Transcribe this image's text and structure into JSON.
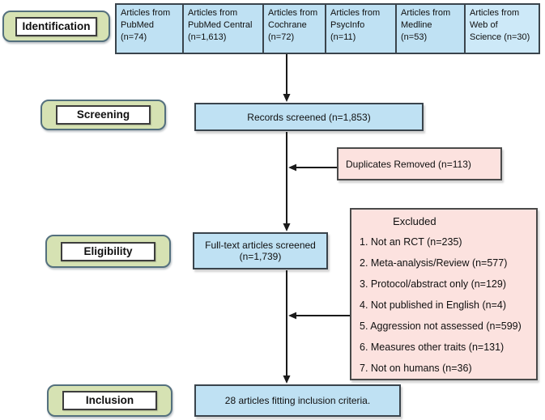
{
  "colors": {
    "box_blue": "#bfe1f3",
    "box_blue_light": "#cde9f8",
    "box_pink": "#fce2df",
    "label_green": "#d6e2b3",
    "label_border": "#54707e",
    "box_border": "#3a444c",
    "arrow": "#1a1a1a"
  },
  "stages": {
    "identification": "Identification",
    "screening": "Screening",
    "eligibility": "Eligibility",
    "inclusion": "Inclusion"
  },
  "sources": [
    {
      "text": "Articles from\nPubMed\n(n=74)"
    },
    {
      "text": "Articles from\nPubMed Central\n(n=1,613)"
    },
    {
      "text": "Articles from\nCochrane\n(n=72)"
    },
    {
      "text": "Articles from\nPsycInfo\n(n=11)"
    },
    {
      "text": "Articles from\nMedline\n(n=53)"
    },
    {
      "text": "Articles from\nWeb of\nScience (n=30)"
    }
  ],
  "flow": {
    "records_screened": "Records screened (n=1,853)",
    "duplicates_removed": "Duplicates Removed (n=113)",
    "fulltext_screened": "Full-text articles screened\n(n=1,739)",
    "inclusion_result": "28 articles fitting inclusion criteria."
  },
  "excluded": {
    "title": "Excluded",
    "items": [
      "1. Not an RCT (n=235)",
      "2. Meta-analysis/Review (n=577)",
      "3. Protocol/abstract only (n=129)",
      "4. Not published in English (n=4)",
      "5. Aggression not assessed (n=599)",
      "6. Measures other traits (n=131)",
      "7. Not on humans (n=36)"
    ]
  }
}
